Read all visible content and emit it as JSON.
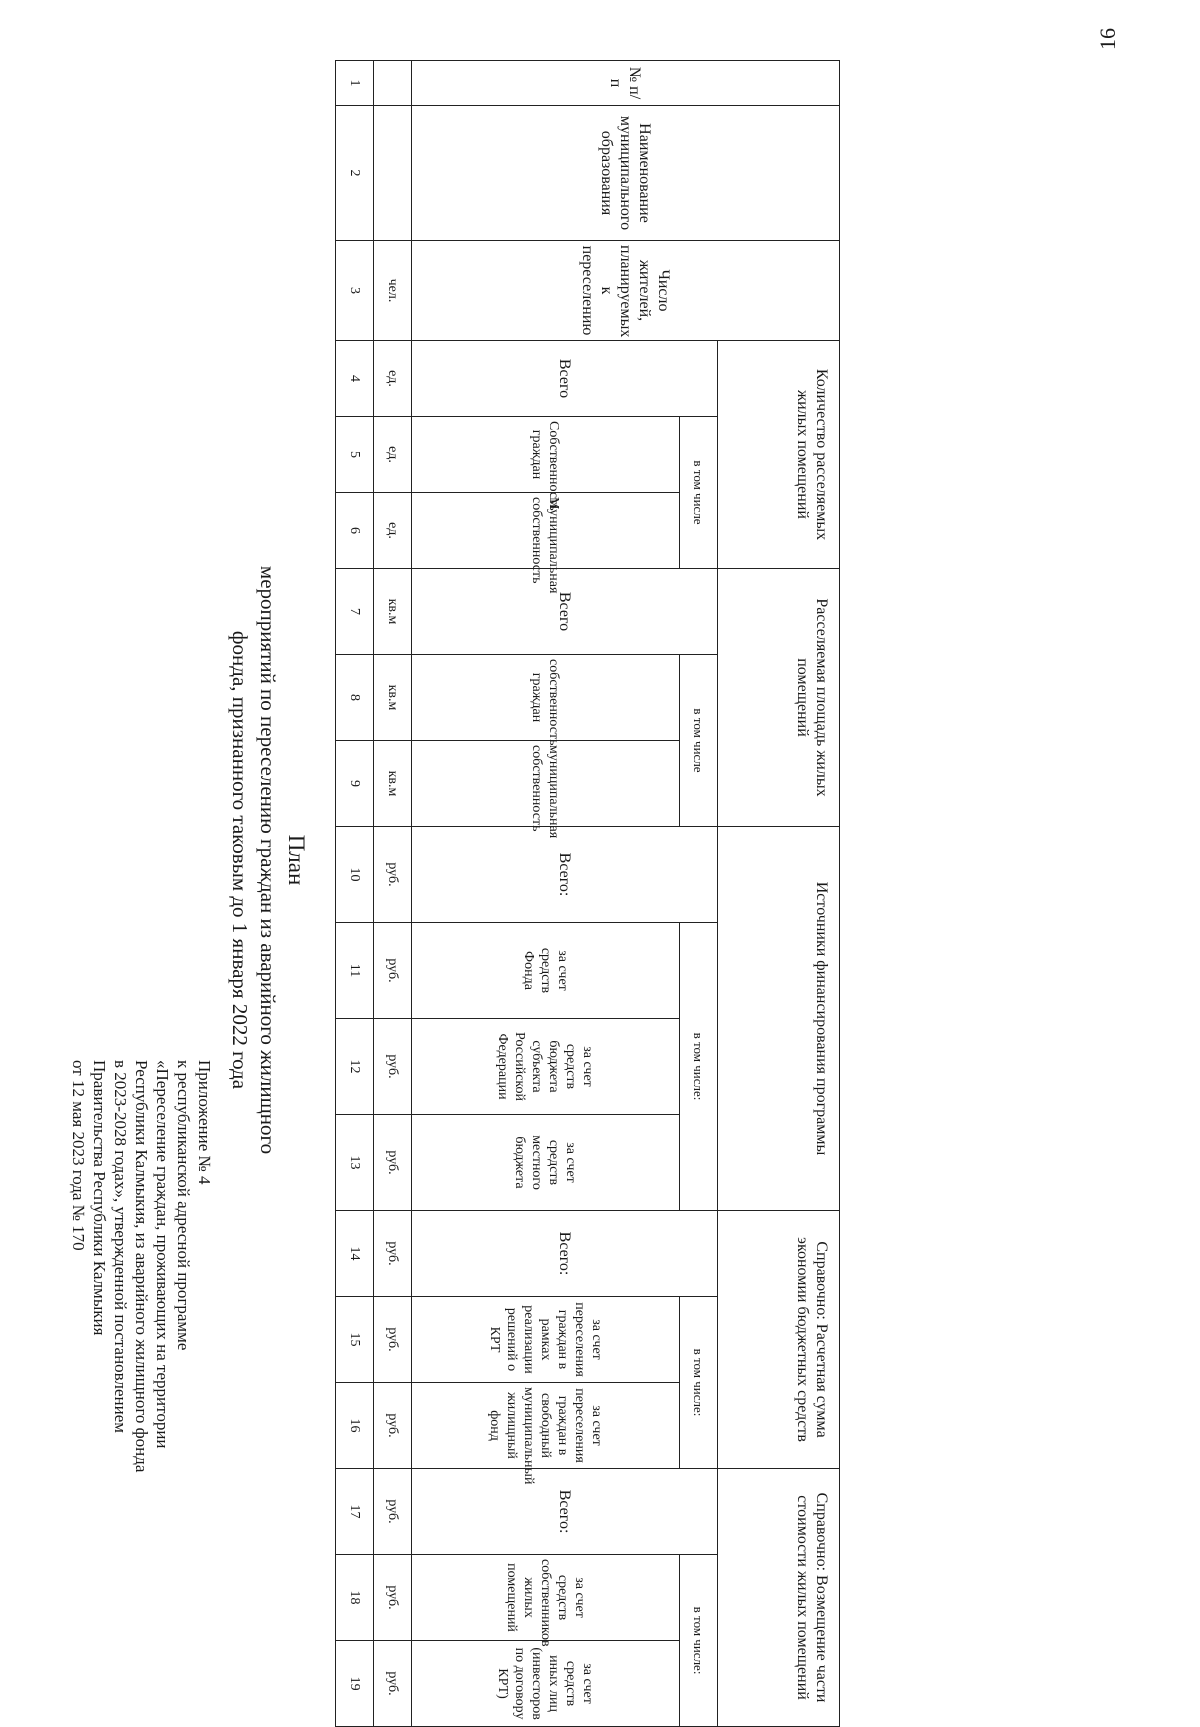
{
  "page_number": "16",
  "appendix": {
    "lines": [
      "Приложение № 4",
      "к республиканской адресной программе",
      "«Переселение граждан, проживающих на территории",
      "Республики Калмыкия, из аварийного жилищного фонда",
      "в 2023-2028 годах», утвержденной постановлением",
      "Правительства Республики Калмыкия",
      "от 12 мая 2023 года № 170"
    ]
  },
  "title": {
    "line1": "План",
    "line2": "мероприятий по переселению граждан из аварийного жилищного",
    "line3": "фонда, признанного таковым до 1 января 2022 года"
  },
  "table": {
    "col_no": "№ п/п",
    "col_name": "Наименование муниципального образования",
    "col_residents": "Число жителей, планируемых к переселению",
    "grp_qty": "Количество расселяемых жилых помещений",
    "grp_area": "Расселяемая площадь жилых помещений",
    "grp_fin": "Источники финансирования программы",
    "grp_economy": "Справочно: Расчетная сумма экономии бюджетных средств",
    "grp_reimb": "Справочно: Возмещение части стоимости жилых помещений",
    "total": "Всего",
    "total_colon": "Всего:",
    "incl": "в том числе",
    "incl_colon": "в том числе:",
    "qty_private": "Собственность граждан",
    "qty_municipal": "Муниципальная собственность",
    "area_private": "собственность граждан",
    "area_municipal": "муниципальная собственность",
    "fin_fund": "за счет средств Фонда",
    "fin_subject": "за счет средств бюджета субъекта Российской Федерации",
    "fin_local": "за счет средств местного бюджета",
    "eco_krt": "за счет переселения граждан в рамках реализации решений о КРТ",
    "eco_free": "за счет переселения граждан в свободный муниципальный жилищный фонд",
    "reimb_owners": "за счет средств собственников жилых помещений",
    "reimb_others": "за счет средств иных лиц (инвесторов по договору КРТ)",
    "units": [
      "",
      "",
      "чел.",
      "ед.",
      "ед.",
      "ед.",
      "кв.м",
      "кв.м",
      "кв.м",
      "руб.",
      "руб.",
      "руб.",
      "руб.",
      "руб.",
      "руб.",
      "руб.",
      "руб.",
      "руб.",
      "руб."
    ],
    "numbers": [
      "1",
      "2",
      "3",
      "4",
      "5",
      "6",
      "7",
      "8",
      "9",
      "10",
      "11",
      "12",
      "13",
      "14",
      "15",
      "16",
      "17",
      "18",
      "19"
    ]
  }
}
